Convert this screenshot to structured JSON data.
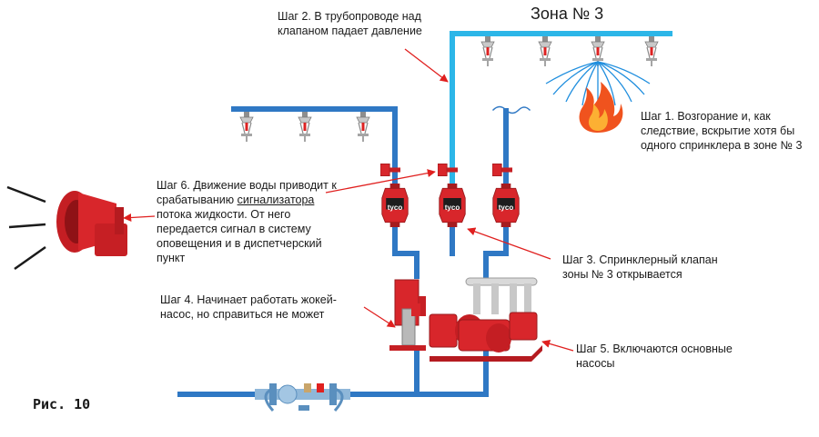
{
  "zone_title": "Зона № 3",
  "figure_label": "Рис. 10",
  "steps": {
    "step1": "Шаг 1. Возгорание и, как следствие, вскрытие хотя бы одного спринклера в зоне № 3",
    "step2": "Шаг 2. В трубопроводе над клапаном падает давление",
    "step3": "Шаг 3. Спринклерный клапан зоны № 3 открывается",
    "step4": "Шаг 4. Начинает работать жокей-насос, но справиться не может",
    "step5": "Шаг 5. Включаются основные насосы",
    "step6_before": "Шаг 6. Движение воды приводит к срабатыванию ",
    "step6_underlined": "сигнализатора",
    "step6_after": " потока жидкости. От него передается сигнал в систему оповещения и в диспетчерский пункт"
  },
  "valve_brand": "tyco",
  "colors": {
    "pipe_dark": "#2f78c4",
    "pipe_light": "#2cb6e8",
    "equipment_red": "#d8262b",
    "arrow_red": "#e0201f",
    "spray": "#1f8ede"
  }
}
